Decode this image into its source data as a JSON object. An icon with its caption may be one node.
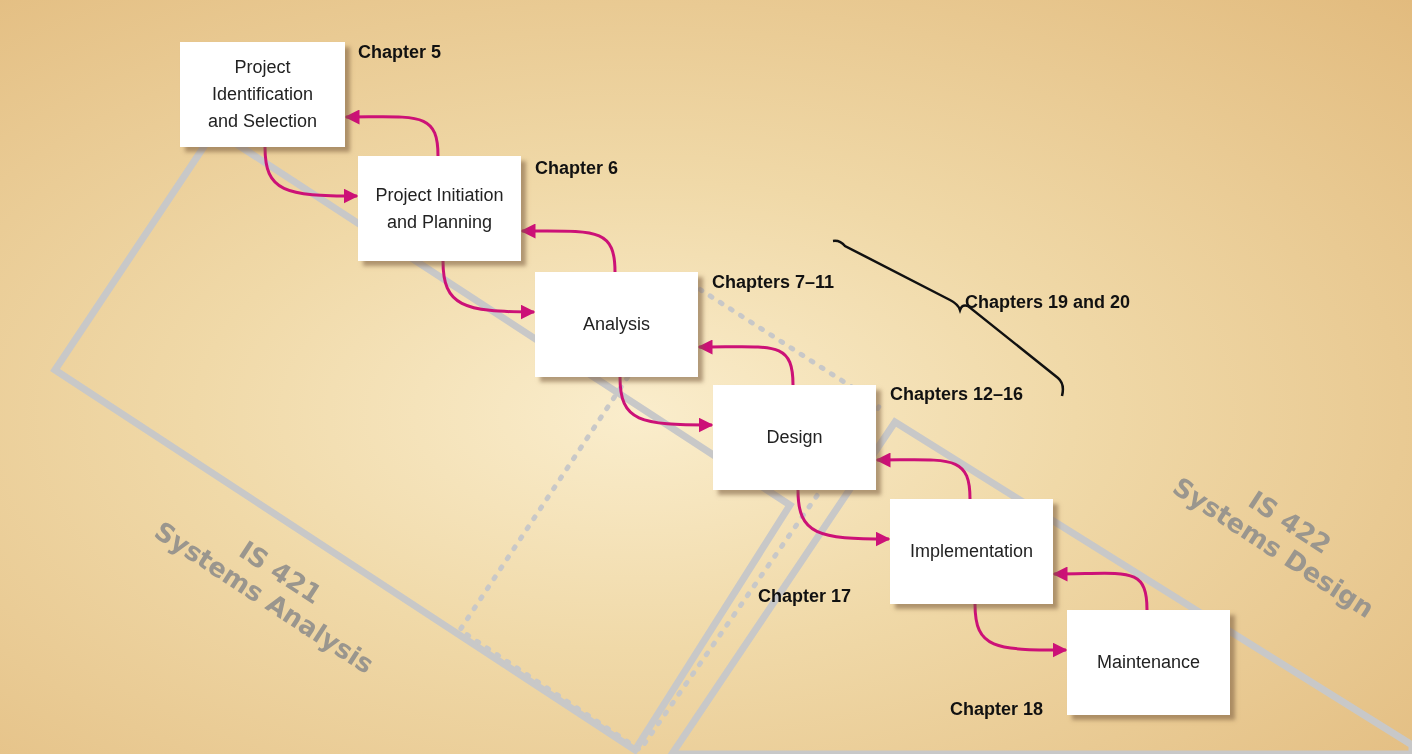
{
  "diagram": {
    "nodes": [
      {
        "text": [
          "Project Identification and Selection"
        ],
        "beside": [
          "Chapter 5"
        ]
      },
      {
        "text": [
          "Project Initiation and Planning"
        ],
        "beside": [
          "Chapter 6"
        ]
      },
      {
        "text": [
          "Analysis"
        ],
        "beside": [
          "Chapters 7–11"
        ]
      },
      {
        "text": [
          "Design"
        ],
        "beside": [
          "Chapters 12–16"
        ]
      },
      {
        "text": [
          "Implementation"
        ],
        "beside": [
          "Chapter 17"
        ]
      },
      {
        "text": [
          "Maintenance"
        ],
        "beside": [
          "Chapter 18"
        ]
      }
    ],
    "edges": [
      {
        "from": 0,
        "to": 1,
        "arrow": "to"
      },
      {
        "from": 1,
        "to": 0,
        "arrow": "to"
      },
      {
        "from": 1,
        "to": 2,
        "arrow": "to"
      },
      {
        "from": 2,
        "to": 1,
        "arrow": "to"
      },
      {
        "from": 2,
        "to": 3,
        "arrow": "to"
      },
      {
        "from": 3,
        "to": 2,
        "arrow": "to"
      },
      {
        "from": 3,
        "to": 4,
        "arrow": "to"
      },
      {
        "from": 4,
        "to": 3,
        "arrow": "to"
      },
      {
        "from": 4,
        "to": 5,
        "arrow": "to"
      },
      {
        "from": 5,
        "to": 4,
        "arrow": "to"
      }
    ],
    "labels": [
      "Chapters 19 and 20",
      "IS 421 Systems Analysis",
      "IS 422 Systems Design"
    ]
  }
}
